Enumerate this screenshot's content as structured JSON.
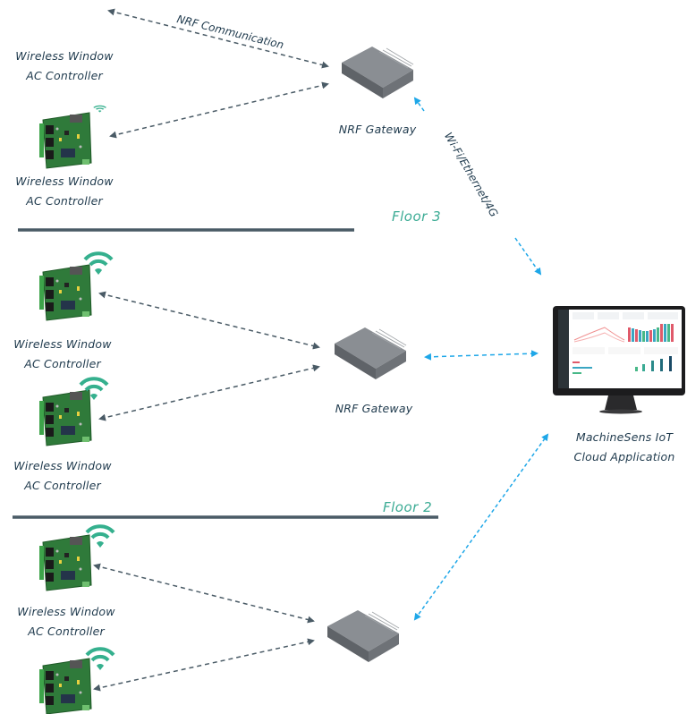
{
  "diagram": {
    "colors": {
      "nrf_link": "#4a5b66",
      "cloud_link": "#1ea7e8",
      "floor_text": "#3bab94",
      "wifi_icon": "#35b08e",
      "floor_divider": "#4a5b66",
      "label_text": "#1f3a4d"
    },
    "link_labels": {
      "nrf": "NRF Communication",
      "cloud": "Wi-Fi/Ethernet/4G"
    },
    "floors": [
      {
        "name": "Floor 3",
        "gateway_label": "NRF Gateway",
        "controllers": [
          {
            "label_line1": "Wireless Window",
            "label_line2": "AC Controller"
          },
          {
            "label_line1": "Wireless Window",
            "label_line2": "AC Controller"
          }
        ]
      },
      {
        "name": "Floor 2",
        "gateway_label": "NRF Gateway",
        "controllers": [
          {
            "label_line1": "Wireless Window",
            "label_line2": "AC Controller"
          },
          {
            "label_line1": "Wireless Window",
            "label_line2": "AC Controller"
          }
        ]
      },
      {
        "name": "",
        "gateway_label": "",
        "controllers": [
          {
            "label_line1": "Wireless Window",
            "label_line2": "AC Controller"
          },
          {
            "label_line1": "",
            "label_line2": ""
          }
        ]
      }
    ],
    "cloud": {
      "label_line1": "MachineSens IoT",
      "label_line2": "Cloud Application"
    }
  }
}
